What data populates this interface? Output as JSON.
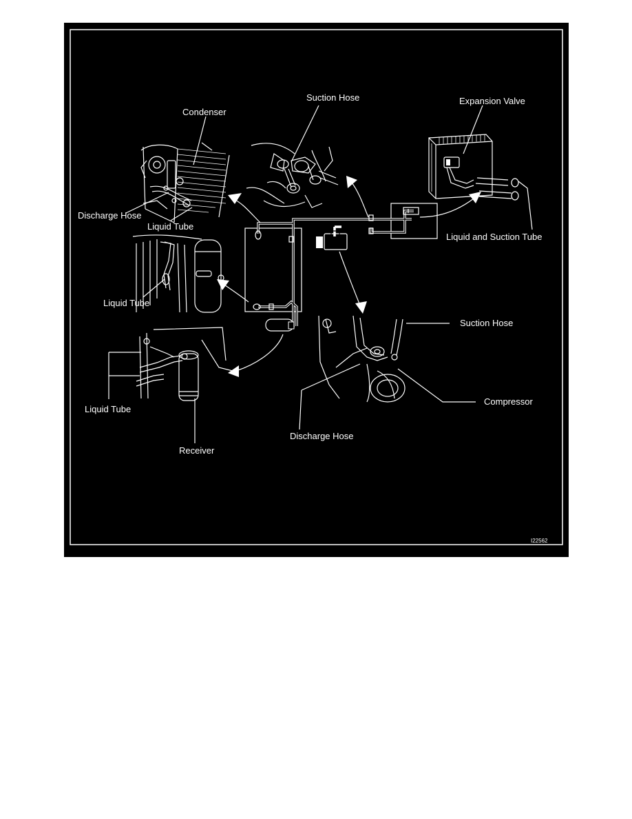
{
  "figure": {
    "id": "I22562",
    "labels": {
      "suction_hose_top": "Suction Hose",
      "expansion_valve": "Expansion Valve",
      "condenser": "Condenser",
      "discharge_hose_top": "Discharge Hose",
      "liquid_tube_top": "Liquid Tube",
      "liquid_suction_tube": "Liquid and Suction Tube",
      "liquid_tube_mid": "Liquid Tube",
      "suction_hose_right": "Suction Hose",
      "compressor": "Compressor",
      "liquid_tube_bottom": "Liquid Tube",
      "discharge_hose_bottom": "Discharge Hose",
      "receiver": "Receiver"
    },
    "colors": {
      "background": "#000000",
      "line": "#ffffff",
      "page": "#ffffff"
    }
  }
}
